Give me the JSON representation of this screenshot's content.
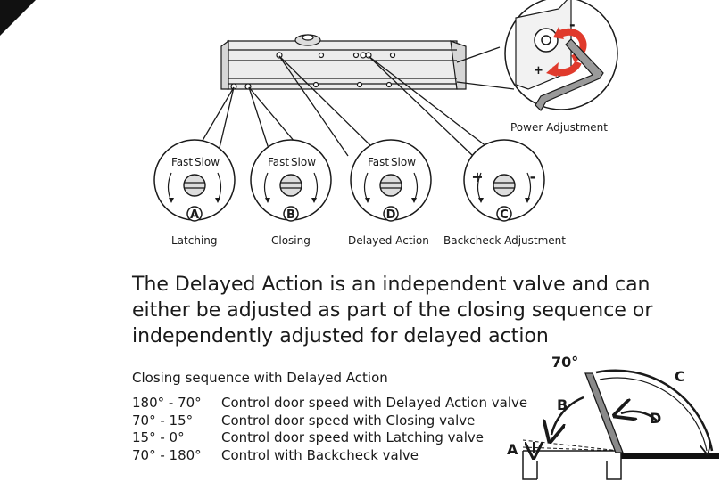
{
  "power_adjustment_label": "Power Adjustment",
  "power_minus": "-",
  "power_plus": "+",
  "valves": [
    {
      "letter": "A",
      "fast": "Fast",
      "slow": "Slow",
      "name": "Latching"
    },
    {
      "letter": "B",
      "fast": "Fast",
      "slow": "Slow",
      "name": "Closing"
    },
    {
      "letter": "D",
      "fast": "Fast",
      "slow": "Slow",
      "name": "Delayed Action"
    },
    {
      "letter": "C",
      "plus": "+",
      "minus": "-",
      "name": "Backcheck Adjustment"
    }
  ],
  "description": "The Delayed Action is an independent valve and can either be adjusted as part of the closing sequence or independently adjusted for delayed action",
  "sequence_heading": "Closing sequence with Delayed Action",
  "sequence": [
    {
      "range": "180° - 70°",
      "action": "Control door speed with Delayed Action valve"
    },
    {
      "range": "70° - 15°",
      "action": "Control door speed with Closing valve"
    },
    {
      "range": "15° - 0°",
      "action": "Control door speed with Latching valve"
    },
    {
      "range": "70° - 180°",
      "action": "Control with Backcheck valve"
    }
  ],
  "door_diagram": {
    "angle_label": "70°",
    "A": "A",
    "B": "B",
    "C": "C",
    "D": "D"
  },
  "colors": {
    "accent_arrow": "#e03a2c",
    "ink": "#1a1a1a",
    "body_gray": "#ececec",
    "door_gray": "#8a8a8a"
  }
}
